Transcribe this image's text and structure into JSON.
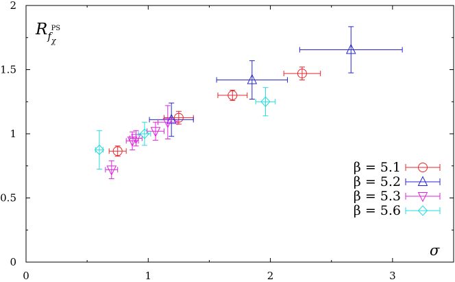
{
  "chart_data": {
    "type": "scatter",
    "title": "",
    "ylabel": {
      "main": "R",
      "sub": "f",
      "subsub": "χ",
      "sup": "PS"
    },
    "xlabel": "σ",
    "xlim": [
      0,
      3.5
    ],
    "ylim": [
      0,
      2
    ],
    "xticks": [
      "0",
      "1",
      "2",
      "3"
    ],
    "yticks": [
      "0",
      "0.5",
      "1",
      "1.5",
      "2"
    ],
    "grid": false,
    "legend_position": "right",
    "series": [
      {
        "name": "β = 5.1",
        "marker": "circle",
        "color": "#e8262b",
        "points": [
          {
            "x": 0.75,
            "y": 0.865,
            "xerr": 0.07,
            "yerr": 0.04
          },
          {
            "x": 1.25,
            "y": 1.125,
            "xerr": 0.12,
            "yerr": 0.05
          },
          {
            "x": 1.69,
            "y": 1.3,
            "xerr": 0.12,
            "yerr": 0.04
          },
          {
            "x": 2.26,
            "y": 1.47,
            "xerr": 0.15,
            "yerr": 0.05
          }
        ]
      },
      {
        "name": "β = 5.2",
        "marker": "triangle-up",
        "color": "#2323d8",
        "points": [
          {
            "x": 1.19,
            "y": 1.11,
            "xerr": 0.18,
            "yerr": 0.13
          },
          {
            "x": 1.85,
            "y": 1.42,
            "xerr": 0.29,
            "yerr": 0.15
          },
          {
            "x": 2.66,
            "y": 1.655,
            "xerr": 0.42,
            "yerr": 0.18
          }
        ]
      },
      {
        "name": "β = 5.3",
        "marker": "triangle-down",
        "color": "#dd22dd",
        "points": [
          {
            "x": 0.7,
            "y": 0.72,
            "xerr": 0.05,
            "yerr": 0.07
          },
          {
            "x": 0.87,
            "y": 0.945,
            "xerr": 0.05,
            "yerr": 0.07
          },
          {
            "x": 0.9,
            "y": 0.965,
            "xerr": 0.05,
            "yerr": 0.06
          },
          {
            "x": 1.06,
            "y": 1.02,
            "xerr": 0.07,
            "yerr": 0.07
          },
          {
            "x": 1.16,
            "y": 1.09,
            "xerr": 0.08,
            "yerr": 0.13
          }
        ]
      },
      {
        "name": "β = 5.6",
        "marker": "diamond",
        "color": "#22dddd",
        "points": [
          {
            "x": 0.6,
            "y": 0.875,
            "xerr": 0.03,
            "yerr": 0.15
          },
          {
            "x": 0.97,
            "y": 1.0,
            "xerr": 0.05,
            "yerr": 0.09
          },
          {
            "x": 1.96,
            "y": 1.25,
            "xerr": 0.08,
            "yerr": 0.11
          }
        ]
      }
    ]
  }
}
